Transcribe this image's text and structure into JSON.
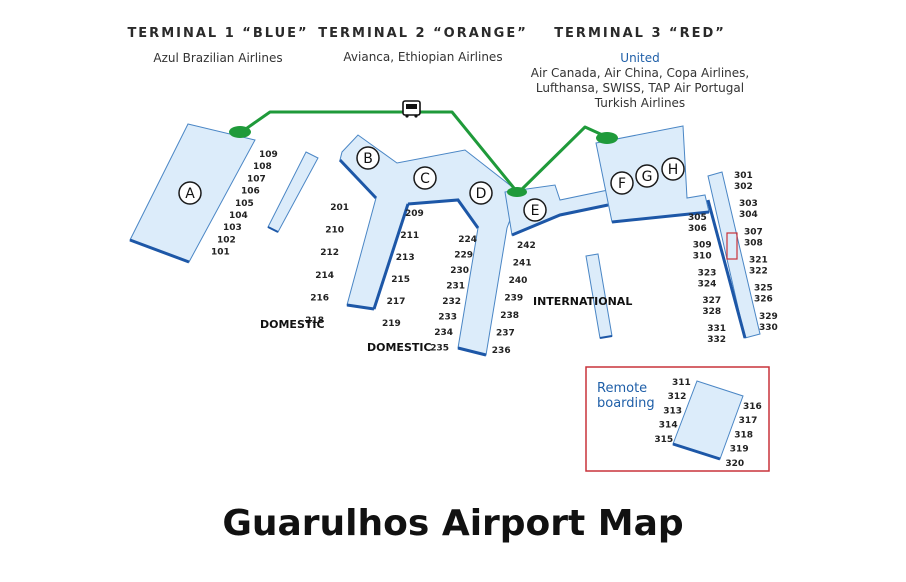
{
  "title": "Guarulhos Airport Map",
  "terminals": [
    {
      "name": "TERMINAL 1 “BLUE”",
      "airlines": [
        "Azul Brazilian Airlines"
      ]
    },
    {
      "name": "TERMINAL 2 “ORANGE”",
      "airlines": [
        "Avianca, Ethiopian Airlines"
      ]
    },
    {
      "name": "TERMINAL 3 “RED”",
      "highlight": "United",
      "airlines": [
        "Air Canada, Air China, Copa Airlines,",
        "Lufthansa, SWISS, TAP Air Portugal",
        "Turkish Airlines"
      ]
    }
  ],
  "piers": [
    "A",
    "B",
    "C",
    "D",
    "E",
    "F",
    "G",
    "H"
  ],
  "zone_labels": {
    "domestic_1": "DOMESTIC",
    "domestic_2": "DOMESTIC",
    "international": "INTERNATIONAL",
    "remote": "Remote boarding"
  },
  "gates": {
    "a": [
      "109",
      "108",
      "107",
      "106",
      "105",
      "104",
      "103",
      "102",
      "101"
    ],
    "b_left": [
      "201",
      "210",
      "212",
      "214",
      "216",
      "218"
    ],
    "b_right": [
      "209",
      "211",
      "213",
      "215",
      "217",
      "219"
    ],
    "d_left": [
      "224",
      "229",
      "230",
      "231",
      "232",
      "233",
      "234",
      "235"
    ],
    "d_right": [
      "242",
      "241",
      "240",
      "239",
      "238",
      "237",
      "236"
    ],
    "t3_left": [
      "305",
      "306",
      "309",
      "310",
      "323",
      "324",
      "327",
      "328",
      "331",
      "332"
    ],
    "t3_right": [
      "301",
      "302",
      "303",
      "304",
      "307",
      "308",
      "321",
      "322",
      "325",
      "326",
      "329",
      "330"
    ],
    "remote_left": [
      "311",
      "312",
      "313",
      "314",
      "315"
    ],
    "remote_right": [
      "316",
      "317",
      "318",
      "319",
      "320"
    ]
  },
  "colors": {
    "building_fill": "#dcecfa",
    "building_stroke": "#4a86c5",
    "edge": "#1d57a7",
    "route": "#1f9a3a",
    "remote_frame": "#c8323a",
    "text": "#222222"
  },
  "icons": [
    "bus-icon"
  ]
}
